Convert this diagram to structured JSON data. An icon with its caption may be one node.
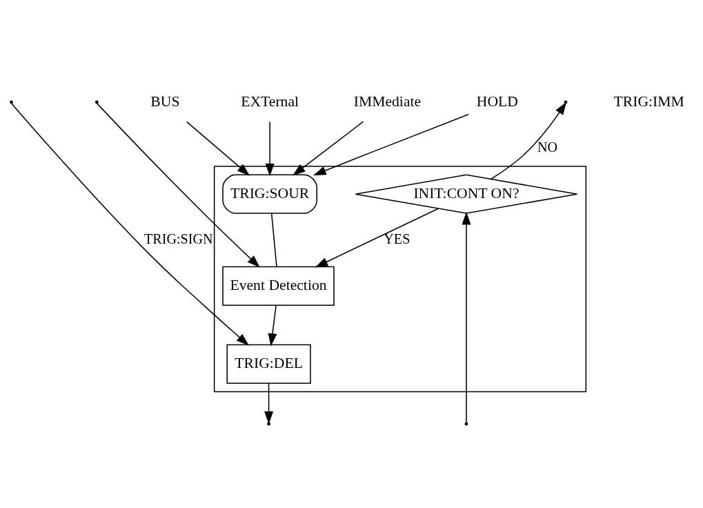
{
  "diagram": {
    "nodes": [
      {
        "text": [],
        "shape": "box"
      },
      {
        "text": [
          "BUS"
        ]
      },
      {
        "text": [
          "EXTernal"
        ]
      },
      {
        "text": [
          "IMMediate"
        ]
      },
      {
        "text": [
          "HOLD"
        ]
      },
      {
        "text": [
          "TRIG:SOUR"
        ],
        "in": 0
      },
      {
        "text": [
          "Event Detection"
        ],
        "in": 0
      },
      {
        "text": [
          "TRIG:DEL"
        ],
        "in": 0
      },
      {
        "text": [
          "INIT:CONT ON?"
        ],
        "in": 0
      }
    ],
    "edges": [
      {
        "from": null,
        "to": 6,
        "arrow": "to"
      },
      {
        "from": 8,
        "to": 6,
        "arrow": "to",
        "label": "YES"
      },
      {
        "from": 1,
        "to": 5,
        "arrow": "to"
      },
      {
        "from": 2,
        "to": 5,
        "arrow": "to"
      },
      {
        "from": 3,
        "to": 5,
        "arrow": "to"
      },
      {
        "from": 4,
        "to": 5,
        "arrow": "to"
      },
      {
        "from": 5,
        "to": 6,
        "arrow": "none"
      },
      {
        "from": 6,
        "to": 7,
        "arrow": "to"
      },
      {
        "from": null,
        "to": 7,
        "arrow": "to",
        "label": "TRIG:SIGN"
      },
      {
        "from": 7,
        "to": null,
        "arrow": "to"
      },
      {
        "from": null,
        "to": 8,
        "arrow": "to"
      },
      {
        "from": 8,
        "to": null,
        "arrow": "to",
        "label": "NO"
      }
    ],
    "labels": [
      "TRIG:IMM"
    ]
  }
}
